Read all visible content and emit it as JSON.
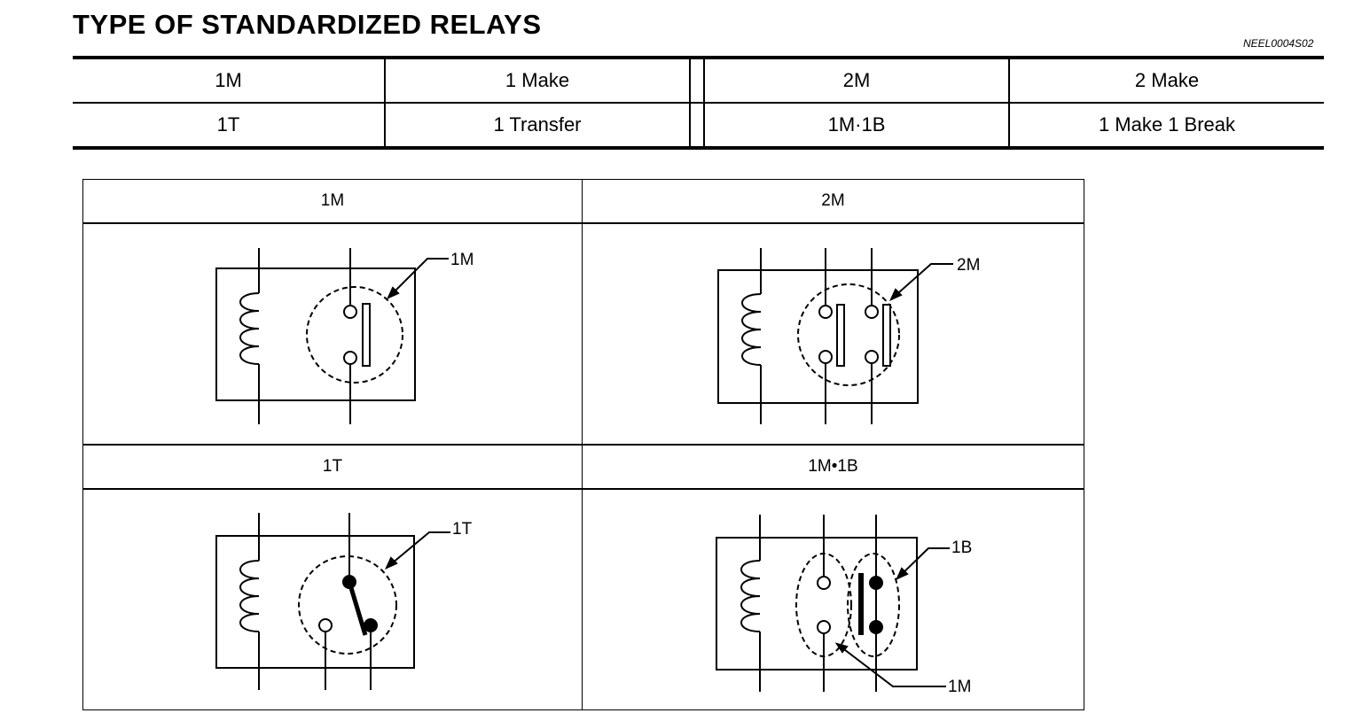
{
  "header": {
    "title": "TYPE OF STANDARDIZED RELAYS",
    "code": "NEEL0004S02"
  },
  "abbreviations": [
    {
      "abbr": "1M",
      "meaning": "1 Make",
      "abbr2": "2M",
      "meaning2": "2 Make"
    },
    {
      "abbr": "1T",
      "meaning": "1 Transfer",
      "abbr2": "1M·1B",
      "meaning2": "1 Make 1 Break"
    }
  ],
  "diagrams": {
    "d1": {
      "heading": "1M",
      "callout": "1M"
    },
    "d2": {
      "heading": "2M",
      "callout": "2M"
    },
    "d3": {
      "heading": "1T",
      "callout": "1T"
    },
    "d4": {
      "heading": "1M•1B",
      "callout_b": "1B",
      "callout_m": "1M"
    }
  }
}
